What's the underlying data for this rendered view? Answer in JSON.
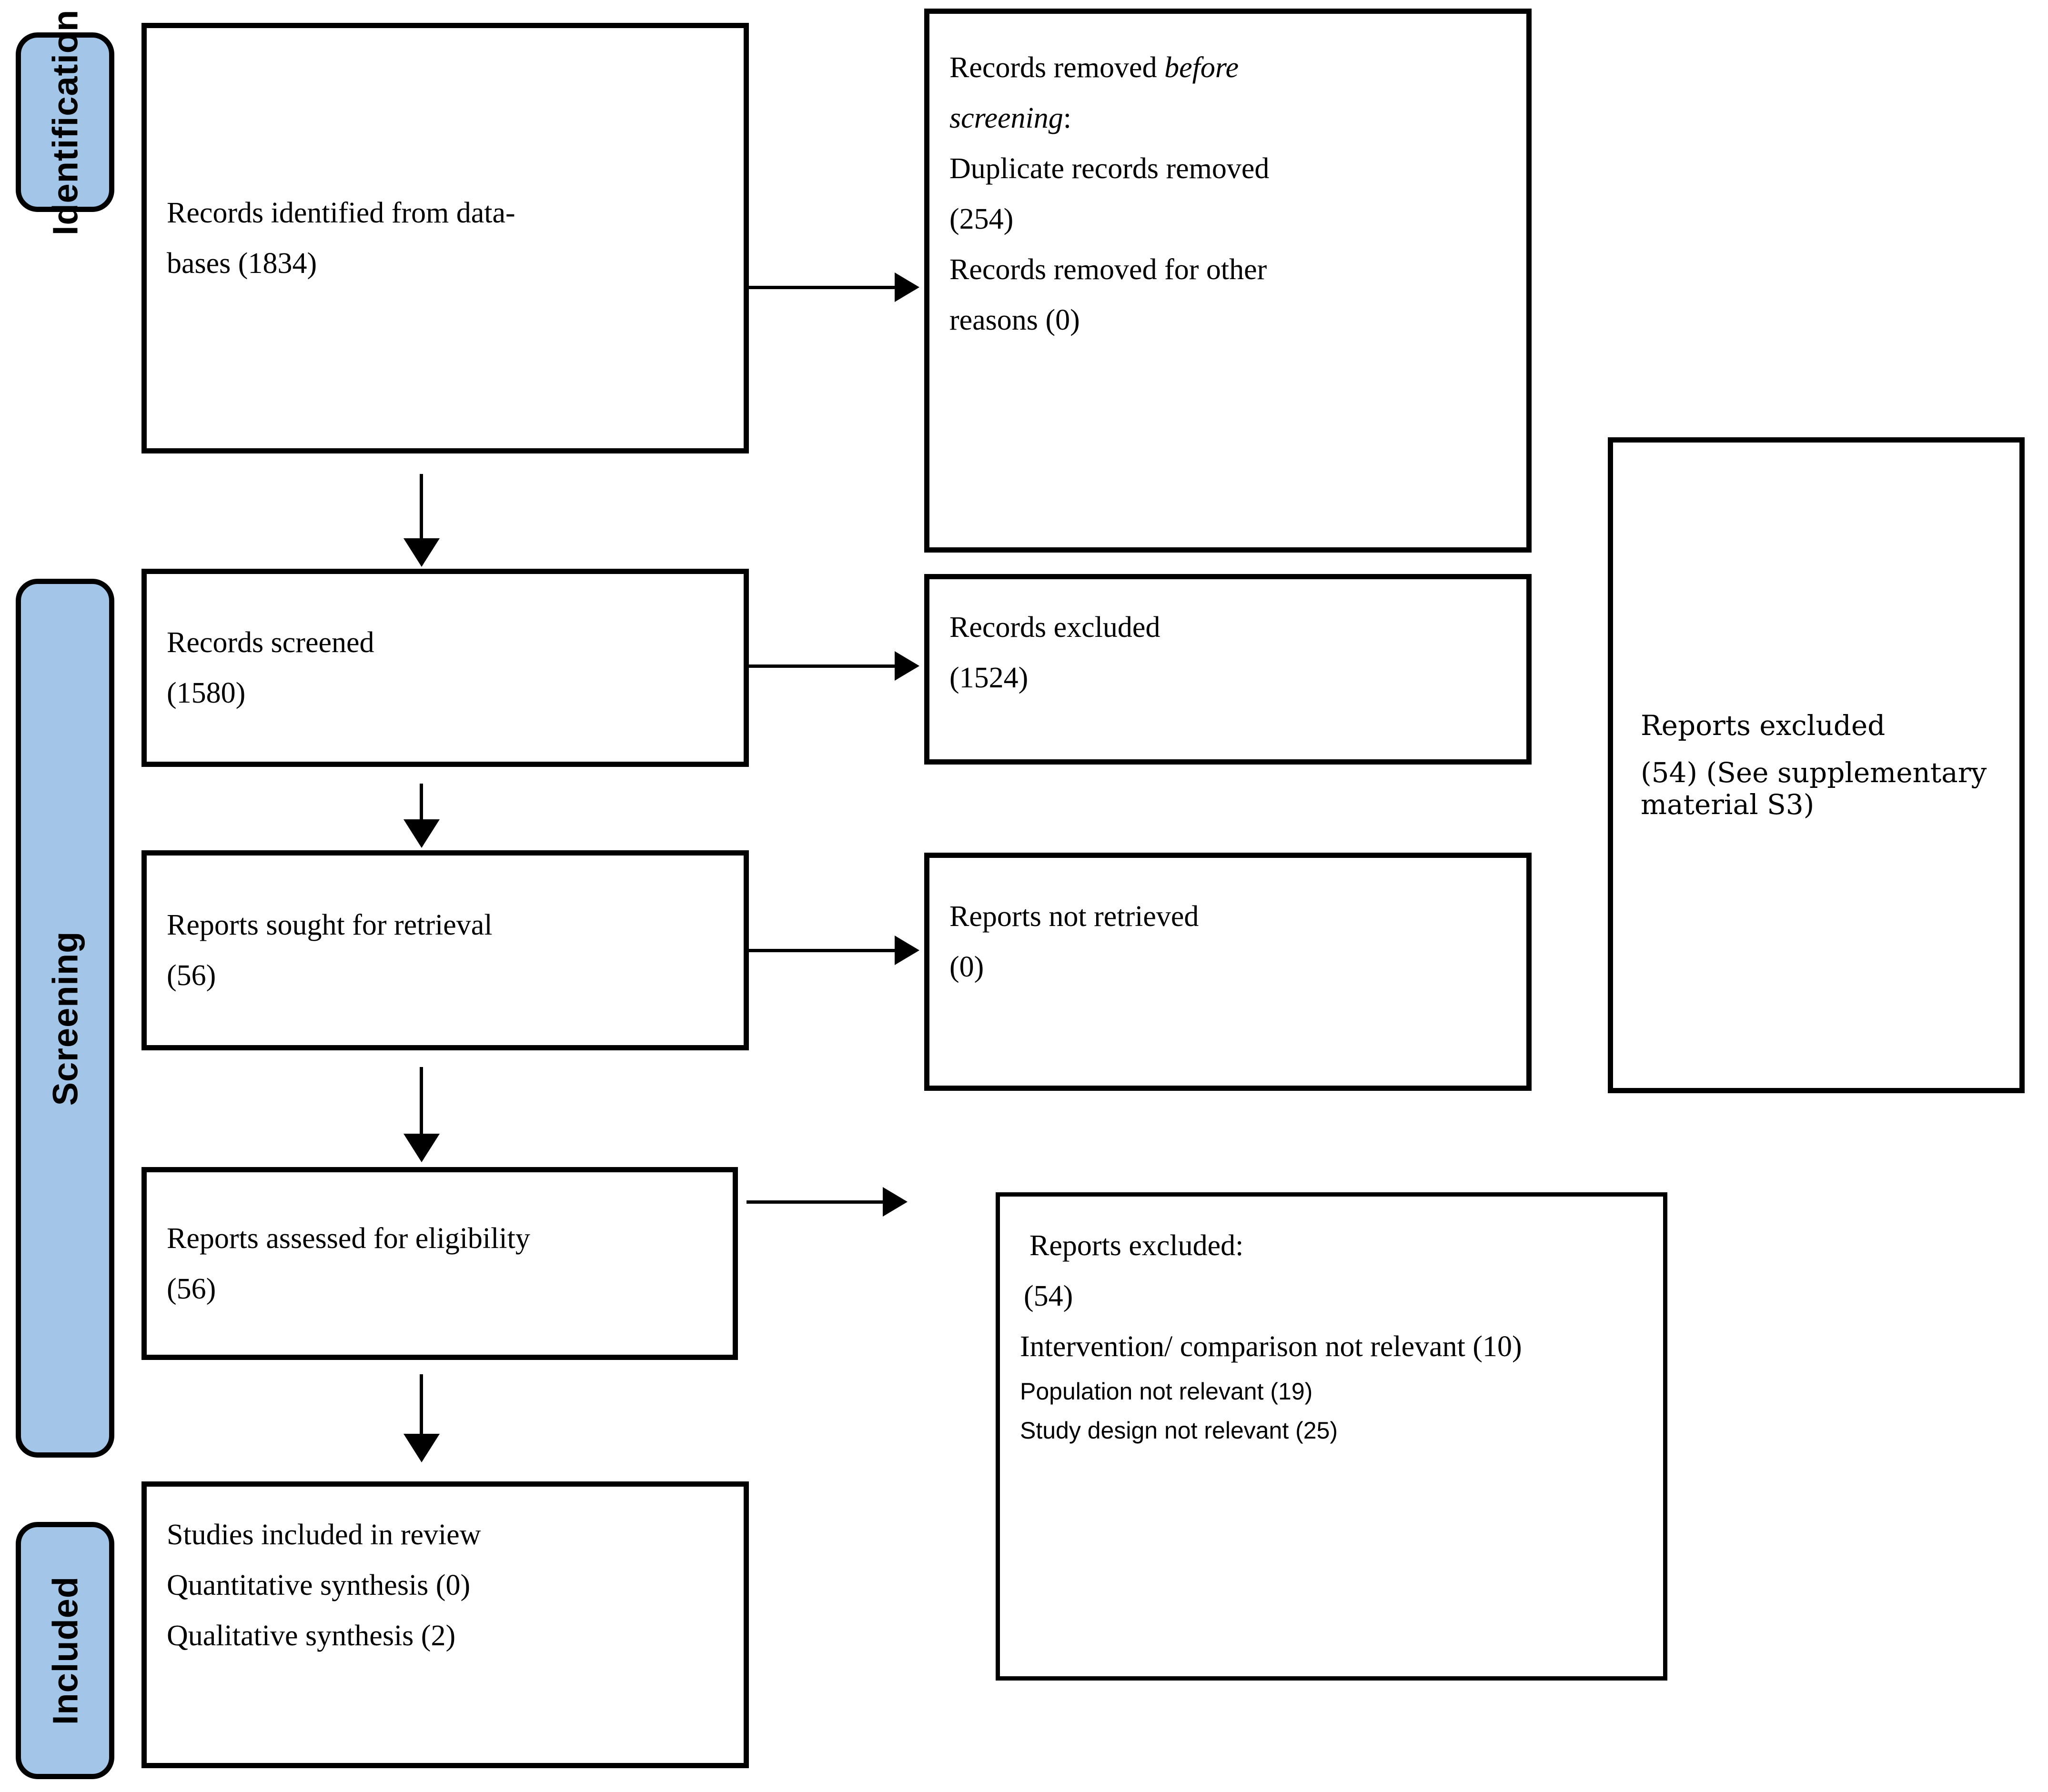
{
  "diagram": {
    "type": "prisma-flow-diagram",
    "title": "PRISMA 2020 flow diagram"
  },
  "stages": [
    {
      "id": "identification",
      "label": "Identification"
    },
    {
      "id": "screening",
      "label": "Screening"
    },
    {
      "id": "included",
      "label": "Included"
    }
  ],
  "boxes": {
    "records_identified": {
      "line1": "Records identified from data-",
      "line2": "bases (1834)",
      "count": 1834
    },
    "records_removed_before_screening": {
      "heading_plain": "Records removed ",
      "heading_italic": "before",
      "heading_italic2": "screening",
      "heading_colon": ":",
      "line2": "Duplicate records removed",
      "line3": "(254)",
      "line4": "Records removed for other",
      "line5": "reasons (0)",
      "duplicates_removed": 254,
      "other_reasons_removed": 0
    },
    "records_screened": {
      "line1": "Records screened",
      "line2": "(1580)",
      "count": 1580
    },
    "records_excluded": {
      "line1": "Records excluded",
      "line2": "(1524)",
      "count": 1524
    },
    "reports_sought": {
      "line1": "Reports sought for retrieval",
      "line2": "(56)",
      "count": 56
    },
    "reports_not_retrieved": {
      "line1": "Reports not retrieved",
      "line2": "(0)",
      "count": 0
    },
    "reports_assessed": {
      "line1": "Reports assessed for eligibility",
      "line2": "(56)",
      "count": 56
    },
    "reports_excluded_supplementary": {
      "line1": "Reports excluded",
      "line2": "(54) (See supplementary material S3)",
      "count": 54
    },
    "reports_excluded_detail": {
      "line1": "Reports excluded:",
      "line2": " (54)",
      "line3": "Intervention/ comparison not relevant (10)",
      "line4": "Population not relevant (19)",
      "line5": "Study design not relevant (25)",
      "total": 54,
      "intervention_not_relevant": 10,
      "population_not_relevant": 19,
      "study_design_not_relevant": 25
    },
    "studies_included": {
      "line1": "Studies included in review",
      "line2": "Quantitative synthesis (0)",
      "line3": "Qualitative synthesis (2)",
      "quantitative_synthesis": 0,
      "qualitative_synthesis": 2
    }
  },
  "colors": {
    "stage_fill": "#a3c6e8",
    "outline": "#000000",
    "background": "#ffffff"
  }
}
